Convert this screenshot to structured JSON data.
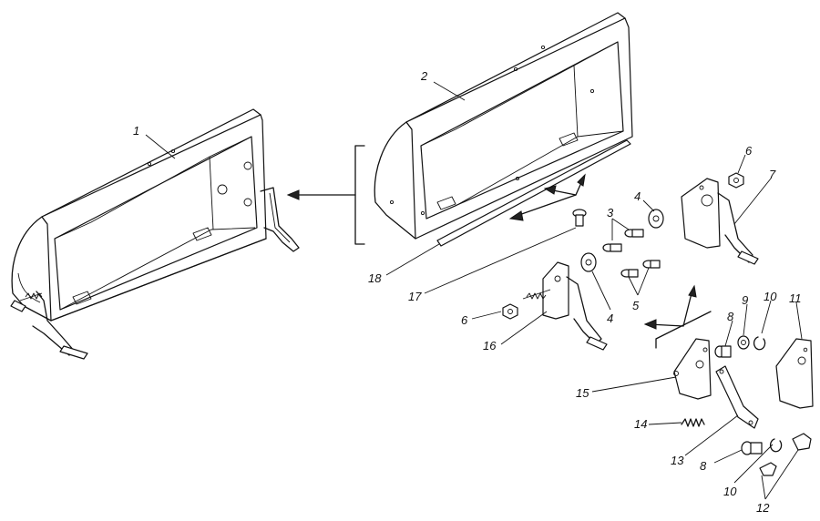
{
  "callouts": [
    {
      "id": "1",
      "text": "1"
    },
    {
      "id": "2",
      "text": "2"
    },
    {
      "id": "3",
      "text": "3"
    },
    {
      "id": "4a",
      "text": "4"
    },
    {
      "id": "4b",
      "text": "4"
    },
    {
      "id": "5",
      "text": "5"
    },
    {
      "id": "6a",
      "text": "6"
    },
    {
      "id": "6b",
      "text": "6"
    },
    {
      "id": "7",
      "text": "7"
    },
    {
      "id": "8a",
      "text": "8"
    },
    {
      "id": "8b",
      "text": "8"
    },
    {
      "id": "9",
      "text": "9"
    },
    {
      "id": "10a",
      "text": "10"
    },
    {
      "id": "10b",
      "text": "10"
    },
    {
      "id": "11",
      "text": "11"
    },
    {
      "id": "12",
      "text": "12"
    },
    {
      "id": "13",
      "text": "13"
    },
    {
      "id": "14",
      "text": "14"
    },
    {
      "id": "15",
      "text": "15"
    },
    {
      "id": "16",
      "text": "16"
    },
    {
      "id": "17",
      "text": "17"
    },
    {
      "id": "18",
      "text": "18"
    }
  ],
  "colors": {
    "ink": "#111111",
    "paper": "#ffffff"
  }
}
